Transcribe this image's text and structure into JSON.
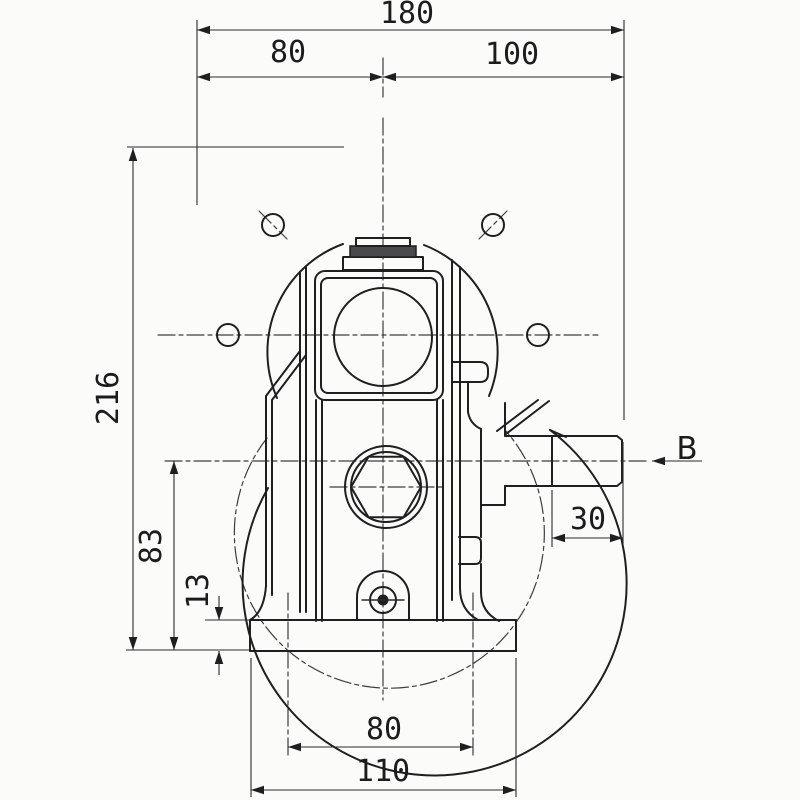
{
  "drawing": {
    "dimensions": {
      "overall_width": "180",
      "axis_to_left": "80",
      "axis_to_shaft_end": "100",
      "overall_height": "216",
      "axis_height": "83",
      "base_height": "13",
      "shaft_extension": "30",
      "foot_hole_spacing": "80",
      "base_width": "110"
    },
    "labels": {
      "view_direction": "B"
    },
    "colors": {
      "line": "#1f1f1f",
      "centerline": "#3d3d3d",
      "background": "#fbfbf9"
    }
  }
}
